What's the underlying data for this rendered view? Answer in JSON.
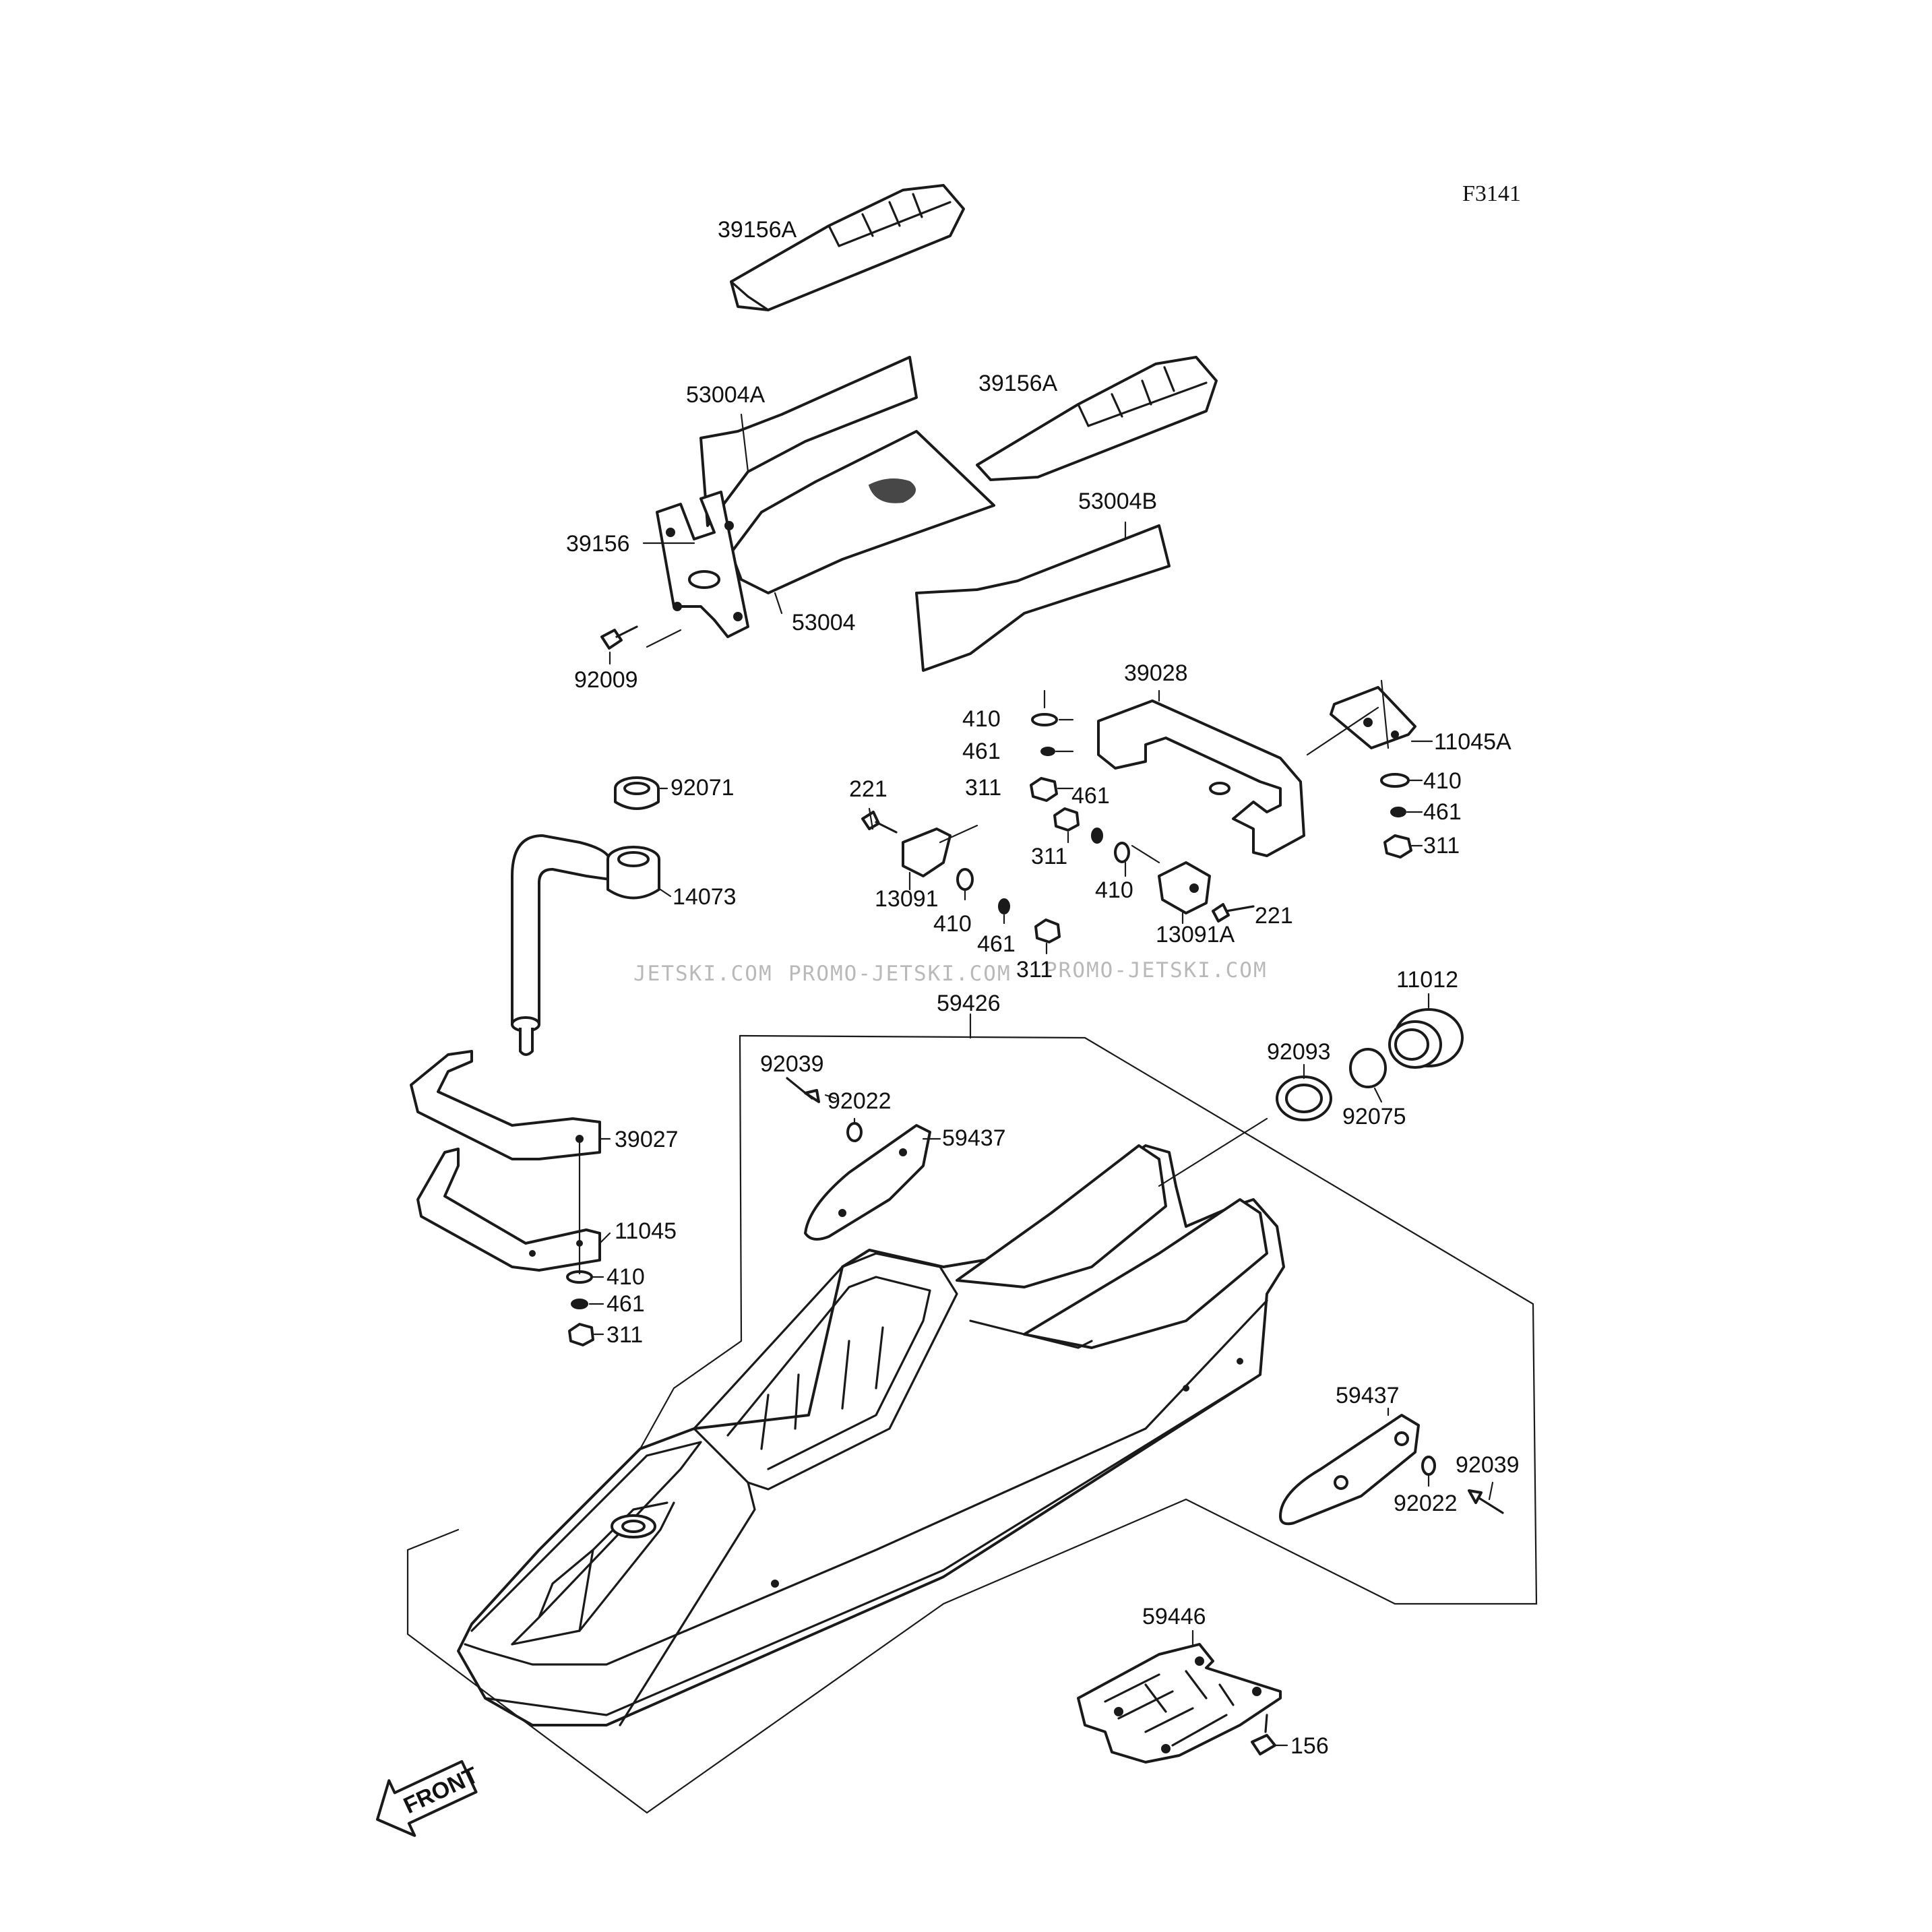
{
  "figure_code": "F3141",
  "watermark": {
    "left": "JETSKI.COM",
    "middle": "PROMO-JETSKI.COM",
    "right": "PROMO-JETSKI.COM"
  },
  "front_marker": "FRONT",
  "labels": {
    "l39156A_top": "39156A",
    "l53004A": "53004A",
    "l39156A_right": "39156A",
    "l53004B": "53004B",
    "l39156": "39156",
    "l53004": "53004",
    "l92009": "92009",
    "l39028": "39028",
    "l410_a": "410",
    "l461_a": "461",
    "l311_a": "311",
    "l11045A": "11045A",
    "l410_b": "410",
    "l461_b": "461",
    "l311_b": "311",
    "l221_a": "221",
    "l461_c": "461",
    "l311_c": "311",
    "l410_c": "410",
    "l13091": "13091",
    "l410_d": "410",
    "l461_d": "461",
    "l311_d": "311",
    "l13091A": "13091A",
    "l221_b": "221",
    "l92071": "92071",
    "l14073": "14073",
    "l11012": "11012",
    "l59426": "59426",
    "l92093": "92093",
    "l92075": "92075",
    "l92039_a": "92039",
    "l92022_a": "92022",
    "l59437_a": "59437",
    "l39027": "39027",
    "l11045": "11045",
    "l410_e": "410",
    "l461_e": "461",
    "l311_e": "311",
    "l59437_b": "59437",
    "l92039_b": "92039",
    "l92022_b": "92022",
    "l59446": "59446",
    "l156": "156"
  }
}
